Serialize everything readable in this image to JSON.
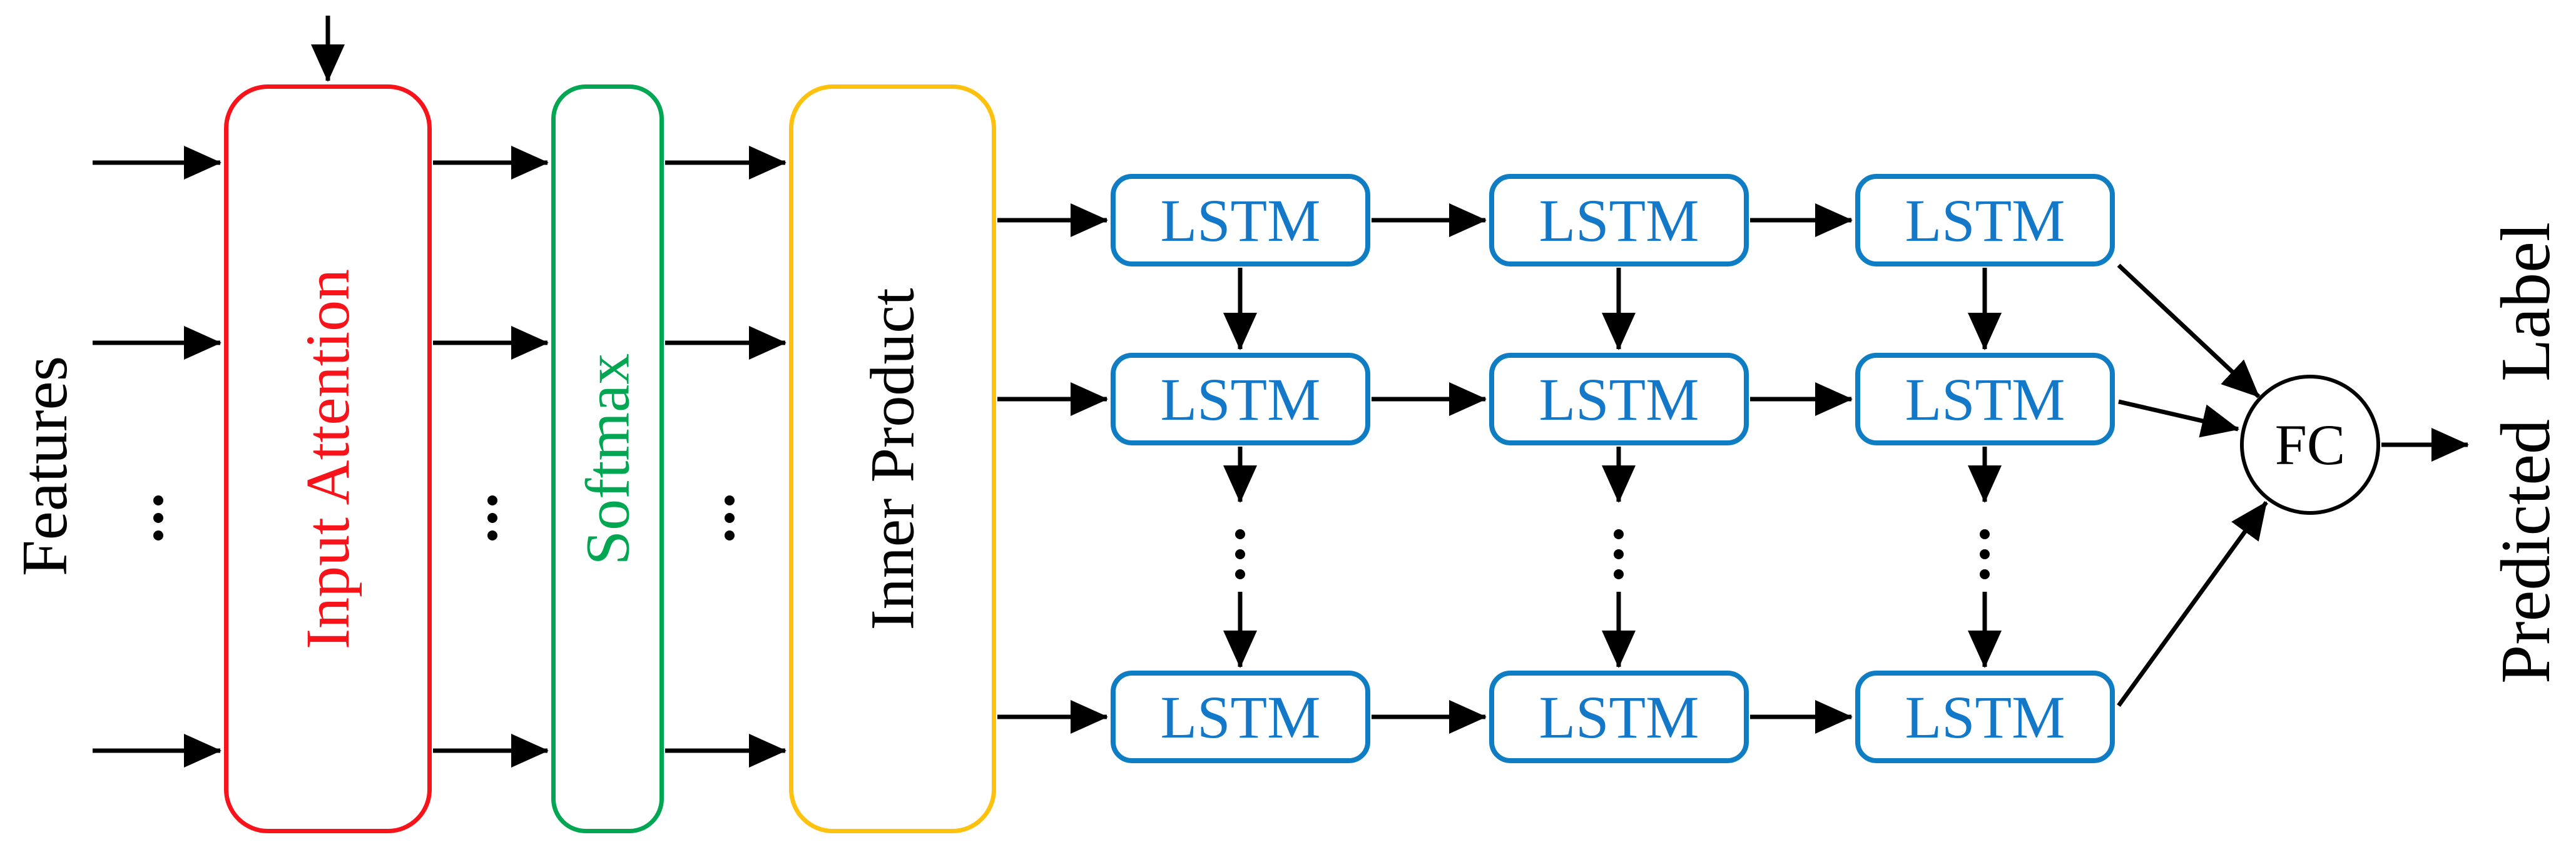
{
  "figure": {
    "type": "architecture-diagram",
    "background_color": "#ffffff",
    "left_label": "Features",
    "right_label": "Predicted Label",
    "stages": [
      {
        "id": "input-attention",
        "label": "Input Attention",
        "border_color": "#f8131b",
        "text_color": "#f8131b"
      },
      {
        "id": "softmax",
        "label": "Softmax",
        "border_color": "#00a651",
        "text_color": "#00a651"
      },
      {
        "id": "inner-product",
        "label": "Inner Product",
        "border_color": "#fec10e",
        "text_color": "#000000"
      }
    ],
    "lstm": {
      "label": "LSTM",
      "border_color": "#0f7dc4",
      "text_color": "#1478c8",
      "grid_columns": 3,
      "grid_visible_rows": 3,
      "hidden_rows_marker": "⋮"
    },
    "fc": {
      "label": "FC",
      "border_color": "#000000",
      "text_color": "#000000"
    },
    "arrow_color": "#000000",
    "icons": {
      "vertical_ellipsis": "⋮",
      "arrowhead": "▶"
    }
  }
}
